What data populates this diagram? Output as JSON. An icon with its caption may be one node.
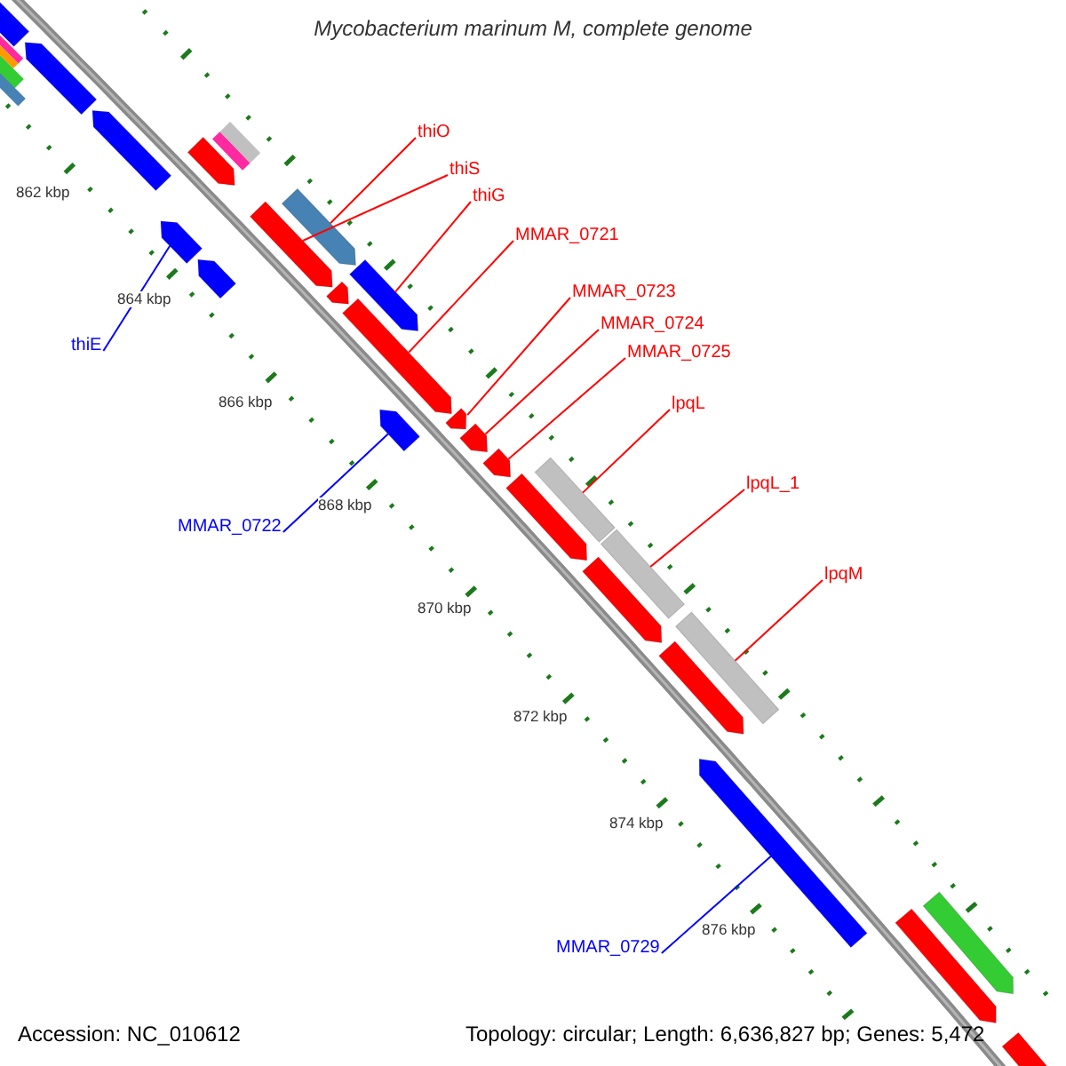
{
  "diagram": {
    "title": "Mycobacterium marinum M, complete genome",
    "nodes": [
      {
        "text": [
          "thiO"
        ]
      },
      {
        "text": [
          "thiS"
        ]
      },
      {
        "text": [
          "thiG"
        ]
      },
      {
        "text": [
          "MMAR_0721"
        ]
      },
      {
        "text": [
          "MMAR_0723"
        ]
      },
      {
        "text": [
          "MMAR_0724"
        ]
      },
      {
        "text": [
          "MMAR_0725"
        ]
      },
      {
        "text": [
          "thiE"
        ]
      },
      {
        "text": [
          "lpqL"
        ]
      },
      {
        "text": [
          "lpqL_1"
        ]
      },
      {
        "text": [
          "MMAR_0722"
        ]
      },
      {
        "text": [
          "lpqM"
        ]
      },
      {
        "text": [
          "MMAR_0729"
        ]
      },
      {
        "text": [],
        "shape": "arrow"
      },
      {
        "text": [],
        "shape": "arrow"
      },
      {
        "text": [],
        "shape": "arrow"
      },
      {
        "text": [],
        "shape": "arrow"
      },
      {
        "text": [],
        "shape": "arrow"
      },
      {
        "text": [],
        "shape": "arrow"
      },
      {
        "text": [],
        "shape": "arrow"
      },
      {
        "text": [],
        "shape": "arrow"
      },
      {
        "text": [],
        "shape": "arrow"
      },
      {
        "text": [],
        "shape": "arrow"
      },
      {
        "text": [],
        "shape": "arrow"
      },
      {
        "text": [],
        "shape": "arrow"
      },
      {
        "text": [],
        "shape": "arrow"
      },
      {
        "text": [],
        "shape": "arrow"
      },
      {
        "text": [],
        "shape": "arrow"
      },
      {
        "text": [],
        "shape": "arrow"
      },
      {
        "text": [],
        "shape": "box"
      },
      {
        "text": [],
        "shape": "box"
      },
      {
        "text": [],
        "shape": "box"
      },
      {
        "text": [],
        "shape": "box"
      },
      {
        "text": [],
        "shape": "arrow"
      },
      {
        "text": [],
        "shape": "box"
      },
      {
        "text": [],
        "shape": "box"
      },
      {
        "text": [],
        "shape": "arrow"
      },
      {
        "text": [],
        "shape": "arrow"
      },
      {
        "text": [],
        "shape": "arrow"
      },
      {
        "text": [],
        "shape": "arrow"
      },
      {
        "text": [],
        "shape": "arrow"
      },
      {
        "text": [],
        "shape": "arrow"
      },
      {
        "text": [],
        "shape": "arrow"
      },
      {
        "text": [],
        "shape": "arrow"
      }
    ],
    "edges": [
      {
        "from": 0,
        "to": 15,
        "arrow": "none"
      },
      {
        "from": 1,
        "to": 14,
        "arrow": "none"
      },
      {
        "from": 2,
        "to": 16,
        "arrow": "none"
      },
      {
        "from": 3,
        "to": 17,
        "arrow": "none"
      },
      {
        "from": 4,
        "to": 19,
        "arrow": "none"
      },
      {
        "from": 5,
        "to": 20,
        "arrow": "none"
      },
      {
        "from": 6,
        "to": 21,
        "arrow": "none"
      },
      {
        "from": 7,
        "to": 13,
        "arrow": "none",
        "color": "#0000ff"
      },
      {
        "from": 8,
        "to": 22,
        "arrow": "none"
      },
      {
        "from": 9,
        "to": 23,
        "arrow": "none"
      },
      {
        "from": 10,
        "to": 18,
        "arrow": "none",
        "color": "#0000ff"
      },
      {
        "from": 11,
        "to": 24,
        "arrow": "none"
      },
      {
        "from": 12,
        "to": 25,
        "arrow": "none",
        "color": "#0000ff"
      }
    ],
    "labels": [
      "862 kbp",
      "864 kbp",
      "866 kbp",
      "868 kbp",
      "870 kbp",
      "872 kbp",
      "874 kbp",
      "876 kbp",
      "Accession: NC_010612",
      "Topology: circular; Length: 6,636,827 bp; Genes: 5,472"
    ]
  }
}
